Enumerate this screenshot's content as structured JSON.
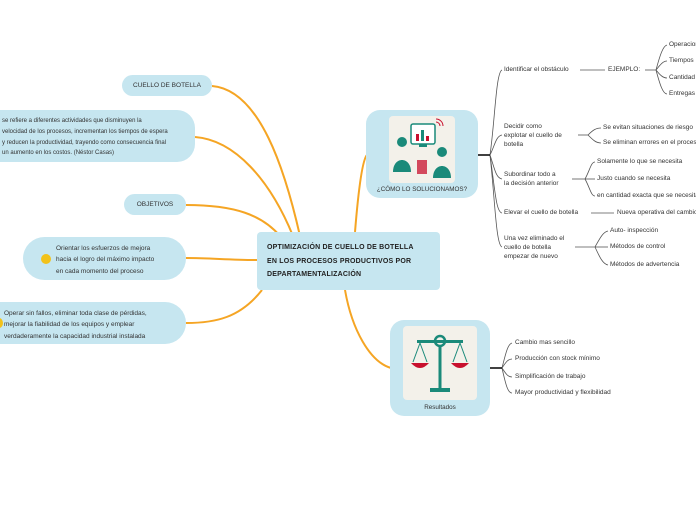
{
  "central": {
    "line1": "OPTIMIZACIÓN DE CUELLO DE BOTELLA",
    "line2": "EN LOS PROCESOS PRODUCTIVOS POR",
    "line3": "DEPARTAMENTALIZACIÓN"
  },
  "left": {
    "cuello": "CUELLO DE BOTELLA",
    "def_lines": [
      "se refiere a diferentes actividades que disminuyen la",
      "velocidad de los procesos, incrementan los tiempos de espera",
      "y reducen la productividad, trayendo como consecuencia final",
      "un aumento en los costos. (Néstor Casas)"
    ],
    "objetivos": "OBJETIVOS",
    "goal1_lines": [
      "Orientar los esfuerzos de mejora",
      "hacia el logro del máximo impacto",
      "en cada momento del proceso"
    ],
    "goal2_lines": [
      "Operar sin fallos, eliminar toda clase de pérdidas,",
      "mejorar la fiabilidad de los equipos y emplear",
      "verdaderamente la capacidad industrial instalada"
    ]
  },
  "solucion": {
    "title": "¿CÓMO LO SOLUCIONAMOS?",
    "identificar": "Identificar el obstáculo",
    "ejemplo": "EJEMPLO:",
    "ejemplo_items": [
      "Operaciones",
      "Tiempos",
      "Cantidad",
      "Entregas"
    ],
    "decidir": [
      "Decidir como",
      "explotar el cuello de",
      "botella"
    ],
    "decidir_items": [
      "Se evitan situaciones de riesgo",
      "Se eliminan errores en el proceso"
    ],
    "subordinar": [
      "Subordinar todo a",
      "la decisión anterior"
    ],
    "subordinar_items": [
      "Solamente lo que se necesita",
      "Justo cuando se necesita",
      "en cantidad exacta que se necesita"
    ],
    "elevar": "Elevar el cuello de botella",
    "elevar_item": "Nueva operativa del cambio",
    "una_vez": [
      "Una vez eliminado el",
      "cuello de botella",
      "empezar de nuevo"
    ],
    "una_vez_items": [
      "Auto- inspección",
      "Métodos de control",
      "Métodos de advertencia"
    ]
  },
  "resultados": {
    "title": "Resultados",
    "items": [
      "Cambio mas sencillo",
      "Producción con stock mínimo",
      "Simplificación de trabajo",
      "Mayor productividad y flexibilidad"
    ]
  },
  "colors": {
    "branch": "#f5a524",
    "node": "#c6e6f0",
    "line": "#555555",
    "accent_red": "#c8102e",
    "teal": "#1a8a7a"
  }
}
